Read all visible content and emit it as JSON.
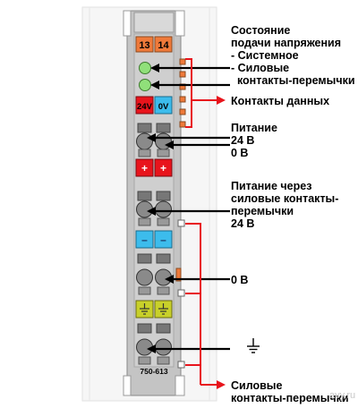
{
  "module": {
    "model": "750-613",
    "top_numbers": [
      "13",
      "14"
    ],
    "supply_labels": [
      "24V",
      "0V"
    ],
    "plus_sign": "+",
    "minus_sign": "–"
  },
  "annotations": {
    "supply_status": "Состояние\nподачи напряжения\n- Системное\n- Силовые\n  контакты-перемычки",
    "data_contacts": "Контакты данных",
    "power_supply": "Питание\n24 В\n0 В",
    "power_via_contacts": "Питание через\nсиловые контакты-\nперемычки\n24 В",
    "zero_v": "0 В",
    "ground_symbol": "ground-icon",
    "power_contacts_bottom": "Силовые\nконтакты-перемычки"
  },
  "watermark": "avy.ru",
  "colors": {
    "orange": "#ef7a3a",
    "green_led": "#90e07a",
    "red": "#e8141c",
    "blue": "#3cbcec",
    "yellow_green": "#c8d02a",
    "module_gray": "#bdbdbd",
    "arrow_black": "#000000",
    "arrow_red": "#e8141c"
  }
}
